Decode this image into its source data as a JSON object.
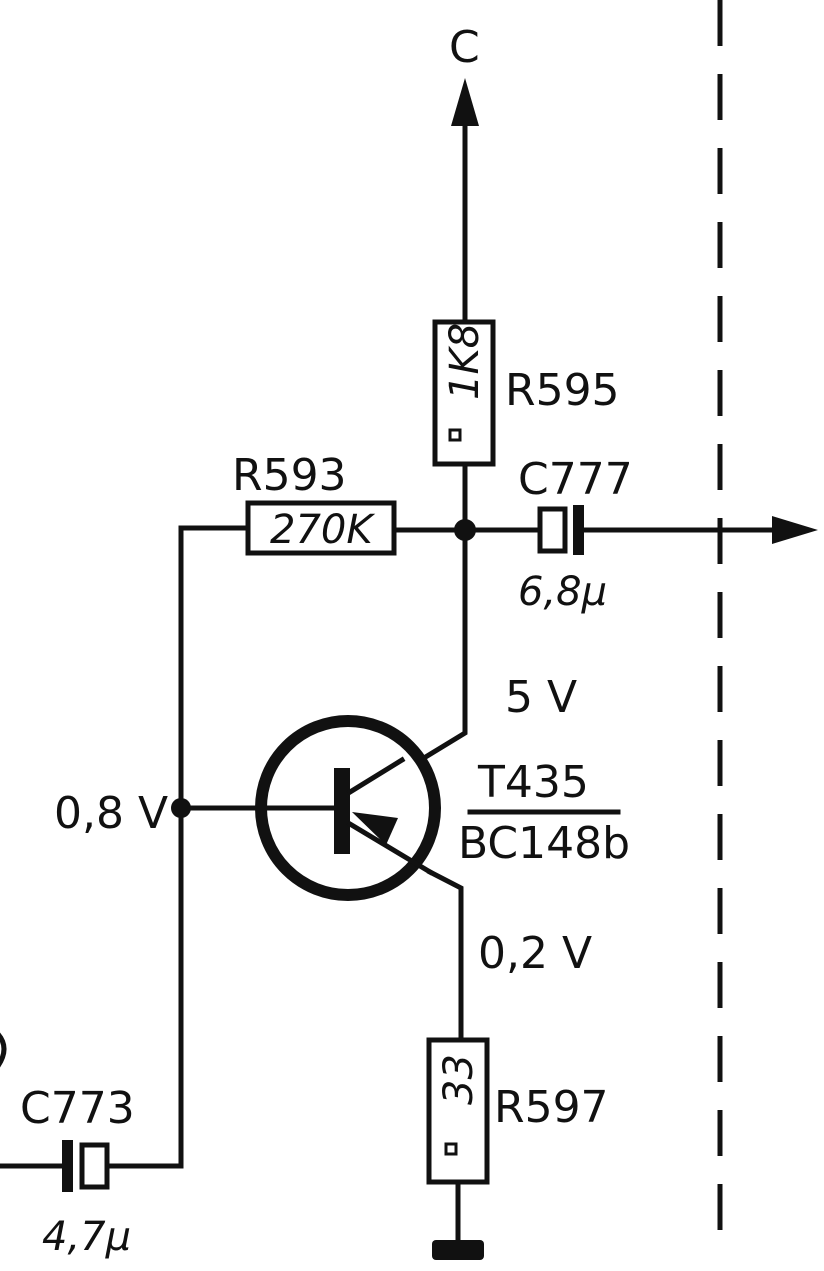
{
  "nodes": {
    "supply": "C"
  },
  "components": {
    "r595": {
      "ref": "R595",
      "value": "1K8"
    },
    "r593": {
      "ref": "R593",
      "value": "270K"
    },
    "c777": {
      "ref": "C777",
      "value": "6,8μ"
    },
    "c773": {
      "ref": "C773",
      "value": "4,7μ"
    },
    "r597": {
      "ref": "R597",
      "value": "33"
    },
    "t435": {
      "ref": "T435",
      "type": "BC148b"
    }
  },
  "voltages": {
    "collector": "5 V",
    "base": "0,8 V",
    "emitter": "0,2 V"
  },
  "colors": {
    "ink": "#111111",
    "paper": "#ffffff"
  }
}
